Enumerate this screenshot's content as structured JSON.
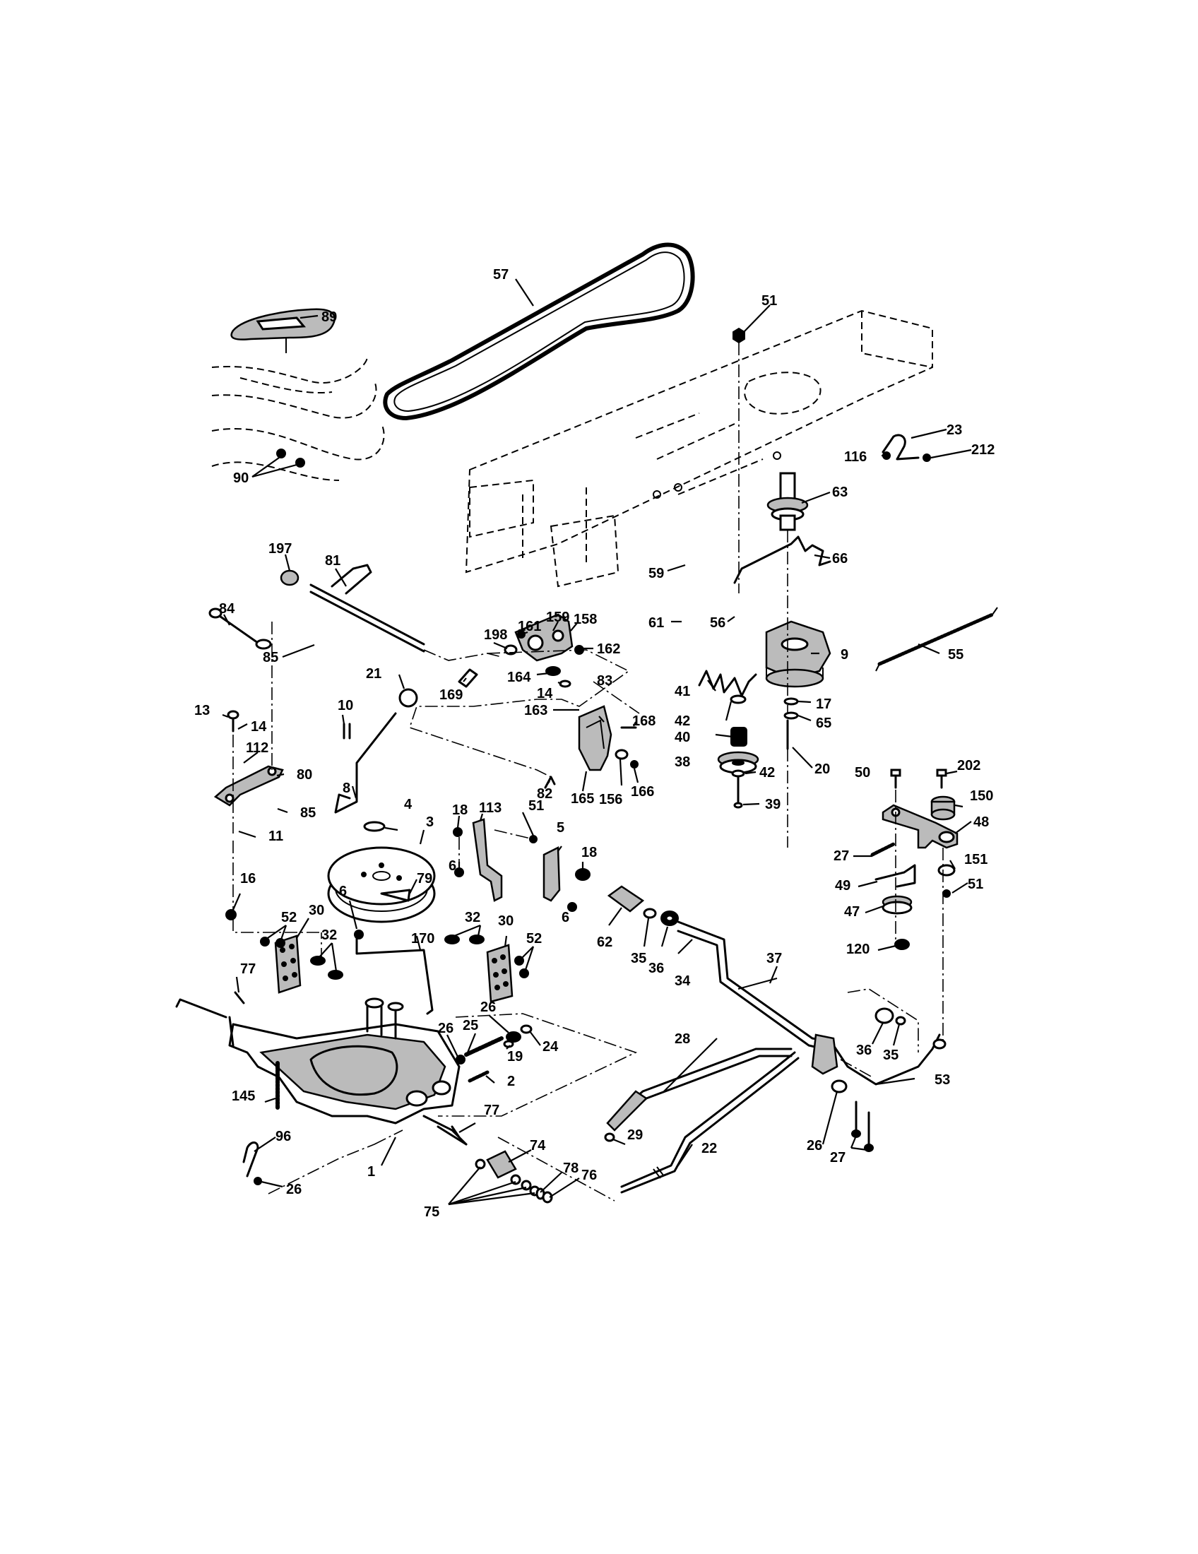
{
  "callouts": [
    "89",
    "57",
    "51",
    "23",
    "116",
    "212",
    "90",
    "63",
    "66",
    "197",
    "81",
    "59",
    "61",
    "56",
    "84",
    "198",
    "161",
    "159",
    "158",
    "162",
    "9",
    "55",
    "85",
    "21",
    "169",
    "164",
    "14",
    "83",
    "163",
    "168",
    "13",
    "14",
    "10",
    "112",
    "80",
    "8",
    "85",
    "4",
    "3",
    "18",
    "113",
    "51",
    "82",
    "165",
    "156",
    "166",
    "41",
    "42",
    "17",
    "65",
    "40",
    "38",
    "42",
    "39",
    "20",
    "50",
    "202",
    "150",
    "48",
    "11",
    "6",
    "5",
    "18",
    "16",
    "6",
    "79",
    "6",
    "52",
    "30",
    "32",
    "32",
    "30",
    "52",
    "77",
    "170",
    "62",
    "35",
    "36",
    "34",
    "37",
    "27",
    "151",
    "51",
    "49",
    "47",
    "120",
    "26",
    "25",
    "26",
    "19",
    "24",
    "2",
    "28",
    "36",
    "35",
    "53",
    "145",
    "77",
    "29",
    "22",
    "26",
    "27",
    "96",
    "1",
    "74",
    "78",
    "76",
    "26",
    "75"
  ]
}
